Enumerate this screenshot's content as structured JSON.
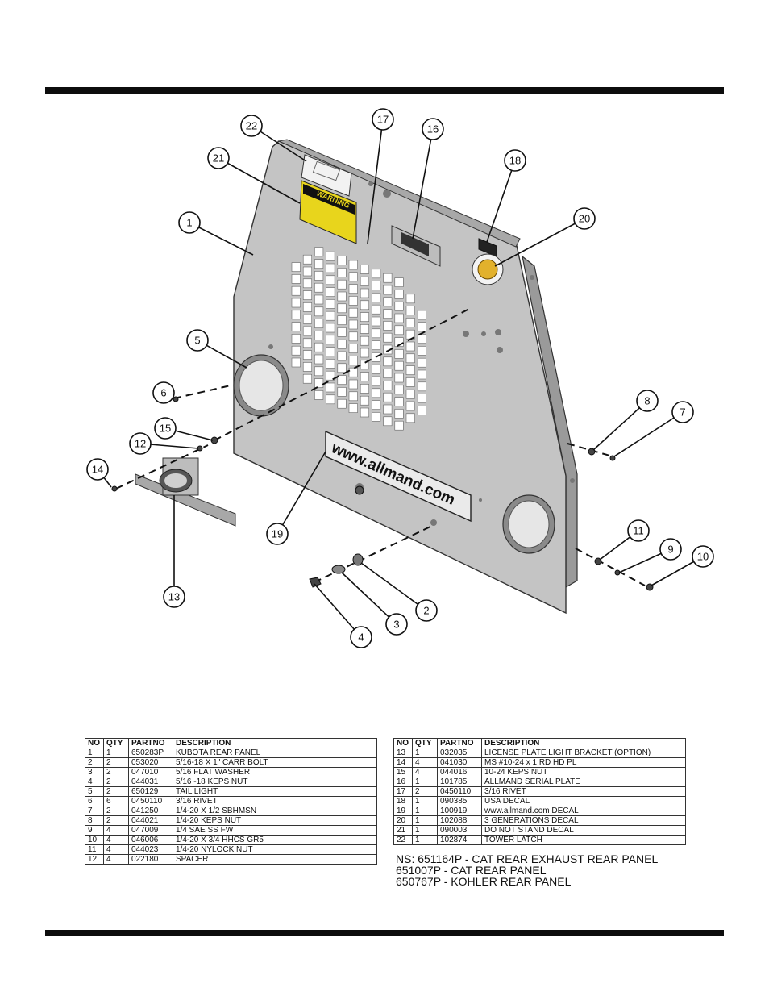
{
  "callouts": [
    "1",
    "2",
    "3",
    "4",
    "5",
    "6",
    "7",
    "8",
    "9",
    "10",
    "11",
    "12",
    "13",
    "14",
    "15",
    "16",
    "17",
    "18",
    "19",
    "20",
    "21",
    "22"
  ],
  "decals": {
    "warning_title": "WARNING",
    "website": "www.allmand.com"
  },
  "parts_table_left": {
    "headers": [
      "NO",
      "QTY",
      "PARTNO",
      "DESCRIPTION"
    ],
    "rows": [
      [
        "1",
        "1",
        "650283P",
        "KUBOTA REAR PANEL"
      ],
      [
        "2",
        "2",
        "053020",
        "5/16-18 X 1\" CARR BOLT"
      ],
      [
        "3",
        "2",
        "047010",
        "5/16 FLAT WASHER"
      ],
      [
        "4",
        "2",
        "044031",
        "5/16 -18 KEPS NUT"
      ],
      [
        "5",
        "2",
        "650129",
        "TAIL LIGHT"
      ],
      [
        "6",
        "6",
        "0450110",
        "3/16 RIVET"
      ],
      [
        "7",
        "2",
        "041250",
        "1/4-20 X 1/2 SBHMSN"
      ],
      [
        "8",
        "2",
        "044021",
        "1/4-20 KEPS NUT"
      ],
      [
        "9",
        "4",
        "047009",
        "1/4 SAE SS FW"
      ],
      [
        "10",
        "4",
        "046006",
        "1/4-20 X 3/4 HHCS GR5"
      ],
      [
        "11",
        "4",
        "044023",
        "1/4-20 NYLOCK NUT"
      ],
      [
        "12",
        "4",
        "022180",
        "SPACER"
      ]
    ]
  },
  "parts_table_right": {
    "headers": [
      "NO",
      "QTY",
      "PARTNO",
      "DESCRIPTION"
    ],
    "rows": [
      [
        "13",
        "1",
        "032035",
        "LICENSE PLATE LIGHT BRACKET (OPTION)"
      ],
      [
        "14",
        "4",
        "041030",
        "MS #10-24 x 1 RD HD PL"
      ],
      [
        "15",
        "4",
        "044016",
        "10-24 KEPS NUT"
      ],
      [
        "16",
        "1",
        "101785",
        "ALLMAND SERIAL PLATE"
      ],
      [
        "17",
        "2",
        "0450110",
        "3/16 RIVET"
      ],
      [
        "18",
        "1",
        "090385",
        "USA DECAL"
      ],
      [
        "19",
        "1",
        "100919",
        "www.allmand.com DECAL"
      ],
      [
        "20",
        "1",
        "102088",
        "3 GENERATIONS DECAL"
      ],
      [
        "21",
        "1",
        "090003",
        "DO NOT STAND DECAL"
      ],
      [
        "22",
        "1",
        "102874",
        "TOWER LATCH"
      ]
    ]
  },
  "notes": [
    "NS: 651164P - CAT REAR EXHAUST REAR PANEL",
    "651007P - CAT REAR PANEL",
    "650767P - KOHLER REAR PANEL"
  ]
}
